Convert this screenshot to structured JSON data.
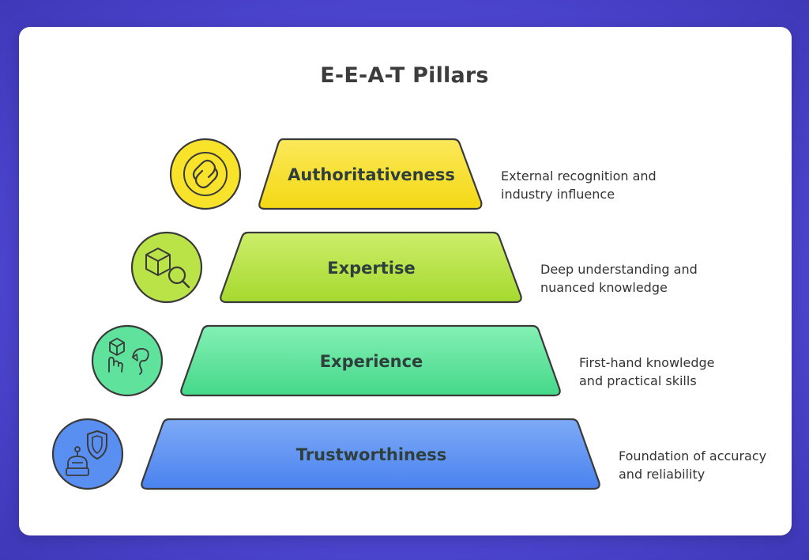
{
  "title": "E-E-A-T Pillars",
  "tiers": [
    {
      "name": "Authoritativeness",
      "description_line1": "External recognition and",
      "description_line2": "industry influence",
      "color": "#f9e32a",
      "icon": "link-icon"
    },
    {
      "name": "Expertise",
      "description_line1": "Deep understanding and",
      "description_line2": "nuanced knowledge",
      "color": "#b9e346",
      "icon": "box-magnifier-icon"
    },
    {
      "name": "Experience",
      "description_line1": "First-hand knowledge",
      "description_line2": "and practical skills",
      "color": "#5fe29c",
      "icon": "hands-on-icon"
    },
    {
      "name": "Trustworthiness",
      "description_line1": "Foundation of accuracy",
      "description_line2": "and reliability",
      "color": "#5a8ff2",
      "icon": "shield-robot-icon"
    }
  ]
}
